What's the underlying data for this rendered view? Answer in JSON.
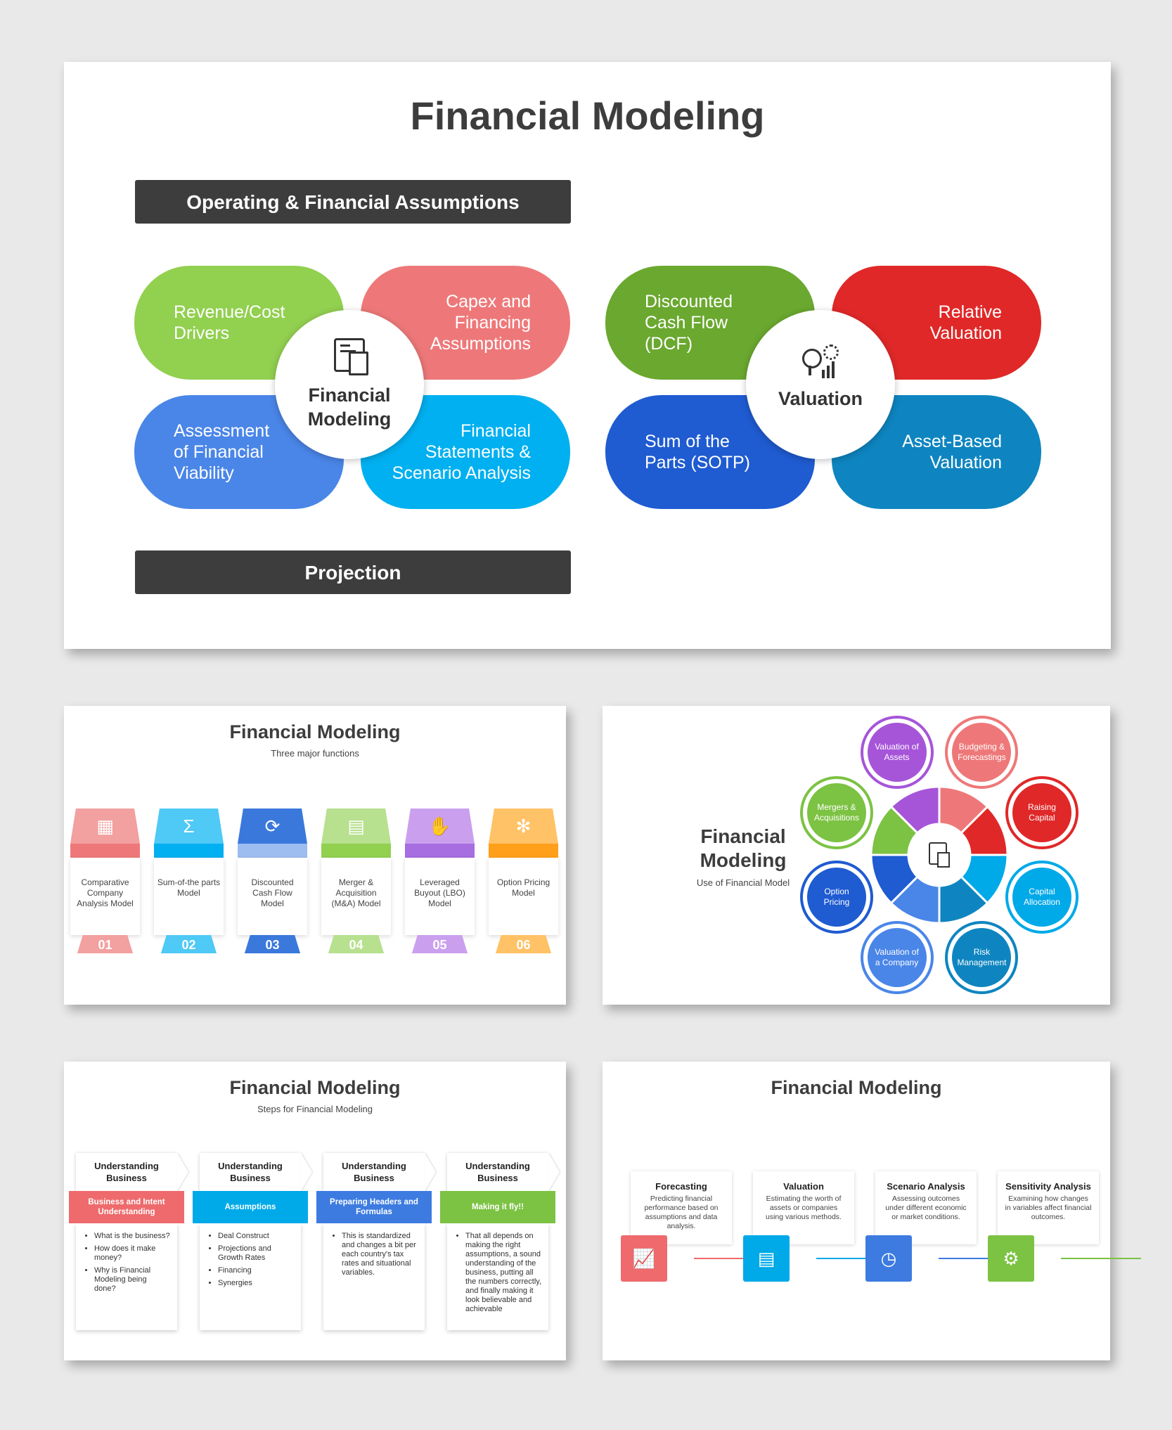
{
  "slide1": {
    "title": "Financial Modeling",
    "top_bar": "Operating & Financial Assumptions",
    "bottom_bar": "Projection",
    "left_cluster": {
      "center": [
        "Financial",
        "Modeling"
      ],
      "center_icon": "calculator-document-icon",
      "petals": [
        {
          "lines": [
            "Revenue/Cost",
            "Drivers"
          ],
          "color": "#92d050"
        },
        {
          "lines": [
            "Capex and",
            "Financing",
            "Assumptions"
          ],
          "color": "#ee7879"
        },
        {
          "lines": [
            "Assessment",
            "of Financial",
            "Viability"
          ],
          "color": "#4a86e8"
        },
        {
          "lines": [
            "Financial",
            "Statements &",
            "Scenario Analysis"
          ],
          "color": "#00b0f0"
        }
      ]
    },
    "right_cluster": {
      "center": [
        "Valuation"
      ],
      "center_icon": "magnifier-gear-chart-icon",
      "petals": [
        {
          "lines": [
            "Discounted",
            "Cash Flow",
            "(DCF)"
          ],
          "color": "#6aa82f"
        },
        {
          "lines": [
            "Relative",
            "Valuation"
          ],
          "color": "#e02828"
        },
        {
          "lines": [
            "Sum of the",
            "Parts (SOTP)"
          ],
          "color": "#1f5bd1"
        },
        {
          "lines": [
            "Asset-Based",
            "Valuation"
          ],
          "color": "#0e85c0"
        }
      ]
    }
  },
  "slide2": {
    "title": "Financial Modeling",
    "subtitle": "Three major functions",
    "columns": [
      {
        "label": "Comparative Company Analysis Model",
        "num": "01",
        "color": "#f2a0a0",
        "band": "#ee7879",
        "icon": "qr-icon",
        "glyph": "▦"
      },
      {
        "label": "Sum-of-the parts Model",
        "num": "02",
        "color": "#4fc9f5",
        "band": "#00b0f0",
        "icon": "sigma-icon",
        "glyph": "Σ"
      },
      {
        "label": "Discounted Cash Flow Model",
        "num": "03",
        "color": "#3a78dc",
        "band": "#9dbcf0",
        "icon": "cashflow-icon",
        "glyph": "⟳"
      },
      {
        "label": "Merger & Acquisition (M&A) Model",
        "num": "04",
        "color": "#b7e08f",
        "band": "#92d050",
        "icon": "document-icon",
        "glyph": "▤"
      },
      {
        "label": "Leveraged Buyout (LBO) Model",
        "num": "05",
        "color": "#caa0ee",
        "band": "#a66ee0",
        "icon": "money-hand-icon",
        "glyph": "✋"
      },
      {
        "label": "Option Pricing Model",
        "num": "06",
        "color": "#ffc266",
        "band": "#ff9f1a",
        "icon": "network-icon",
        "glyph": "✻"
      }
    ]
  },
  "slide3": {
    "title": [
      "Financial",
      "Modeling"
    ],
    "subtitle": "Use of Financial Model",
    "center_icon": "calculator-document-icon",
    "bubbles": [
      {
        "label": "Valuation of Assets",
        "color": "#a655d9"
      },
      {
        "label": "Budgeting & Forecastings",
        "color": "#ee7879"
      },
      {
        "label": "Raising Capital",
        "color": "#e02828"
      },
      {
        "label": "Capital Allocation",
        "color": "#00a9e8"
      },
      {
        "label": "Risk Management",
        "color": "#0e85c0"
      },
      {
        "label": "Valuation of a Company",
        "color": "#4a86e8"
      },
      {
        "label": "Option Pricing",
        "color": "#1f5bd1"
      },
      {
        "label": "Mergers & Acquisitions",
        "color": "#7cc243"
      }
    ]
  },
  "slide4": {
    "title": "Financial Modeling",
    "subtitle": "Steps for Financial Modeling",
    "steps": [
      {
        "head": "Understanding Business",
        "ribbon": "Business and Intent Understanding",
        "color": "#ee6a6c",
        "items": [
          "What is the business?",
          "How does it make money?",
          "Why is Financial Modeling being done?"
        ]
      },
      {
        "head": "Understanding Business",
        "ribbon": "Assumptions",
        "color": "#00a9e8",
        "items": [
          "Deal Construct",
          "Projections and Growth Rates",
          "Financing",
          "Synergies"
        ]
      },
      {
        "head": "Understanding Business",
        "ribbon": "Preparing Headers and Formulas",
        "color": "#3d7be0",
        "items": [
          "This is standardized and changes a bit per each country's tax rates and situational variables."
        ]
      },
      {
        "head": "Understanding Business",
        "ribbon": "Making it fly!!",
        "color": "#7cc243",
        "items": [
          "That all depends on making the right assumptions, a sound understanding of the business, putting all the numbers correctly, and finally making it look believable and achievable"
        ]
      }
    ]
  },
  "slide5": {
    "title": "Financial Modeling",
    "items": [
      {
        "title": "Forecasting",
        "desc": "Predicting financial performance based on assumptions and data analysis.",
        "color": "#ee6a6c",
        "icon": "growth-chart-icon",
        "glyph": "📈"
      },
      {
        "title": "Valuation",
        "desc": "Estimating the worth of assets or companies using various methods.",
        "color": "#00a9e8",
        "icon": "report-icon",
        "glyph": "▤"
      },
      {
        "title": "Scenario Analysis",
        "desc": "Assessing outcomes under different economic or market conditions.",
        "color": "#3d7be0",
        "icon": "chart-clock-icon",
        "glyph": "◷"
      },
      {
        "title": "Sensitivity Analysis",
        "desc": "Examining how changes in variables affect financial outcomes.",
        "color": "#7cc243",
        "icon": "head-gear-icon",
        "glyph": "⚙"
      }
    ]
  }
}
